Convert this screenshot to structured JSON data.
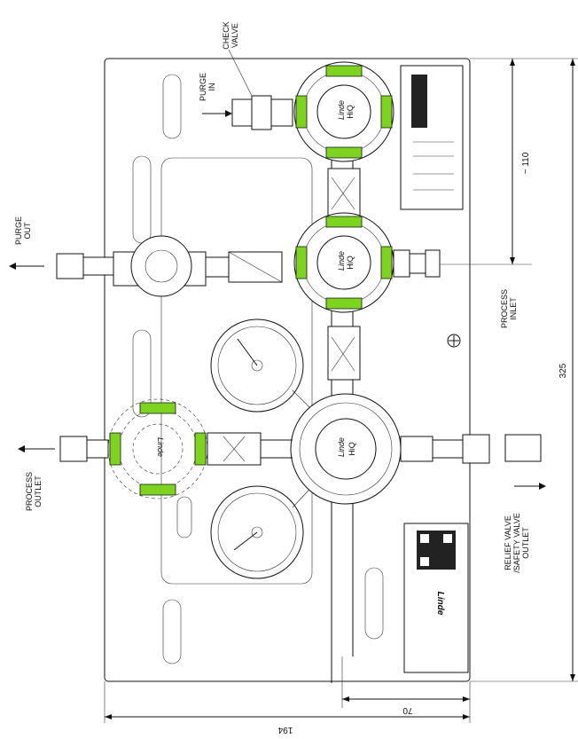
{
  "labels": {
    "check_valve": [
      "CHECK",
      "VALVE"
    ],
    "purge_in": [
      "PURGE",
      "IN"
    ],
    "purge_out": [
      "PURGE",
      "OUT"
    ],
    "process_inlet": [
      "PROCESS",
      "INLET"
    ],
    "process_outlet": [
      "PROCESS",
      "OUTLET"
    ],
    "relief_valve": [
      "RELIEF VALVE",
      "/SAFETY VALVE",
      "OUTLET"
    ]
  },
  "dimensions": {
    "d110": "~ 110",
    "d325": "325",
    "d70": "70",
    "d194": "194"
  },
  "brand": {
    "logo_text": "Linde",
    "hiq_text": "HiQ"
  },
  "colors": {
    "accent_green": "#7ed321",
    "line": "#111111"
  }
}
